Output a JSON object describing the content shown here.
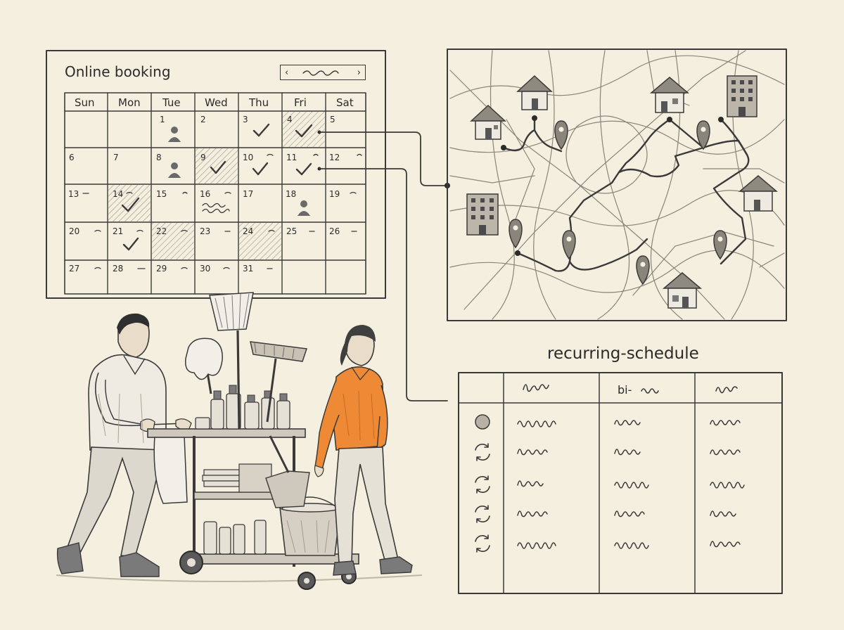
{
  "calendar": {
    "title": "Online booking",
    "nav": {
      "prev": "‹",
      "next": "›"
    },
    "days": [
      "Sun",
      "Mon",
      "Tue",
      "Wed",
      "Thu",
      "Fri",
      "Sat"
    ],
    "weeks": [
      [
        "",
        "",
        "1",
        "2",
        "3",
        "4",
        "5"
      ],
      [
        "6",
        "7",
        "8",
        "9",
        "10",
        "11",
        "12"
      ],
      [
        "13",
        "14",
        "15",
        "16",
        "17",
        "18",
        "19"
      ],
      [
        "20",
        "21",
        "22",
        "23",
        "24",
        "25",
        "26"
      ],
      [
        "27",
        "28",
        "29",
        "30",
        "31",
        "",
        ""
      ]
    ]
  },
  "schedule": {
    "title": "recurring-schedule",
    "columns": [
      "",
      "bi-",
      ""
    ]
  },
  "colors": {
    "paper": "#f4efdf",
    "ink": "#3a3a3a",
    "accent_orange": "#ee8a35",
    "hatch": "#bdb6a6"
  },
  "icons": [
    "person-icon",
    "checkmark-icon",
    "house-icon",
    "office-building-icon",
    "map-pin-icon",
    "recurring-arrows-icon",
    "mop-icon",
    "broom-icon",
    "spray-bottle-icon",
    "bucket-icon",
    "cleaning-cart"
  ]
}
